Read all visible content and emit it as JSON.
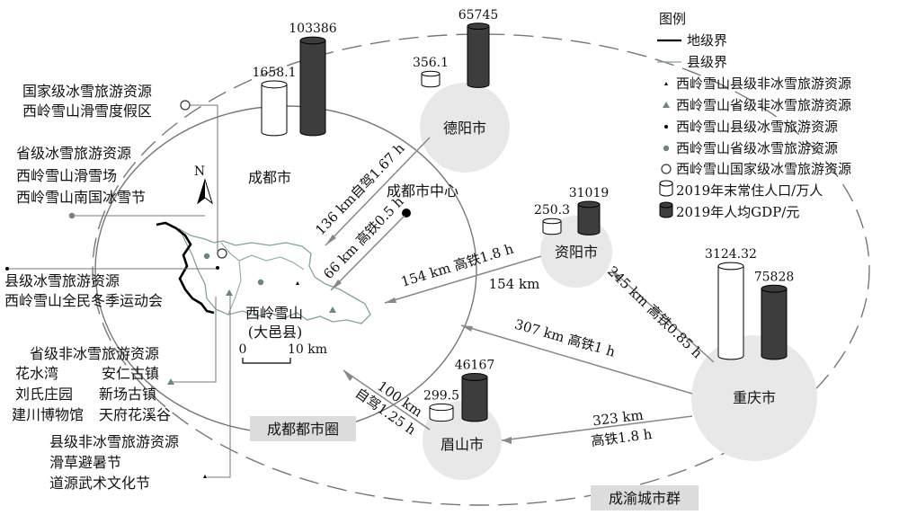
{
  "legend": {
    "title": "图例",
    "items": [
      {
        "label": "地级界"
      },
      {
        "label": "县级界"
      },
      {
        "label": "西岭雪山县级非冰雪旅游资源"
      },
      {
        "label": "西岭雪山省级非冰雪旅游资源"
      },
      {
        "label": "西岭雪山县级冰雪旅游资源"
      },
      {
        "label": "西岭雪山省级冰雪旅游资源"
      },
      {
        "label": "西岭雪山国家级冰雪旅游资源"
      },
      {
        "label": "2019年末常住人口/万人"
      },
      {
        "label": "2019年人均GDP/元"
      }
    ]
  },
  "colors": {
    "dark_bar": "#3d3d3d",
    "county_line": "#7fa3a0",
    "region_fill": "#e8e8e8",
    "point_gray": "#6b8585"
  },
  "cities": [
    {
      "name": "成都市",
      "population": "1658.1",
      "gdp": "103386",
      "pop_value": 1658.1,
      "gdp_value": 103386
    },
    {
      "name": "德阳市",
      "population": "356.1",
      "gdp": "65745",
      "pop_value": 356.1,
      "gdp_value": 65745
    },
    {
      "name": "资阳市",
      "population": "250.3",
      "gdp": "31019",
      "pop_value": 250.3,
      "gdp_value": 31019
    },
    {
      "name": "眉山市",
      "population": "299.5",
      "gdp": "46167",
      "pop_value": 299.5,
      "gdp_value": 46167
    },
    {
      "name": "重庆市",
      "population": "3124.32",
      "gdp": "75828",
      "pop_value": 3124.32,
      "gdp_value": 75828
    }
  ],
  "chengdu_center": "成都市中心",
  "routes": {
    "deyang": "136 km自驾1.67 h",
    "center": "66 km 高铁0.5 h",
    "ziyang_a": "154 km 高铁1.8 h",
    "ziyang_b": "154 km",
    "chongqing_ziyang": "245 km 高铁0.85 h",
    "chongqing_chengdu": "307 km 高铁1 h",
    "chongqing_meishan_a": "323 km",
    "chongqing_meishan_b": "高铁1.8 h",
    "meishan_a": "100 km",
    "meishan_b": "自驾1.25 h"
  },
  "resources": {
    "national": {
      "title": "国家级冰雪旅游资源",
      "items": [
        "西岭雪山滑雪度假区"
      ]
    },
    "provincial_snow": {
      "title": "省级冰雪旅游资源",
      "items": [
        "西岭雪山滑雪场",
        "西岭雪山南国冰雪节"
      ]
    },
    "county_snow": {
      "title": "县级冰雪旅游资源",
      "items": [
        "西岭雪山全民冬季运动会"
      ]
    },
    "provincial_nonsnow": {
      "title": "省级非冰雪旅游资源",
      "items": [
        "花水湾",
        "安仁古镇",
        "刘氏庄园",
        "新场古镇",
        "建川博物馆",
        "天府花溪谷"
      ]
    },
    "county_nonsnow": {
      "title": "县级非冰雪旅游资源",
      "items": [
        "滑草避暑节",
        "道源武术文化节"
      ]
    }
  },
  "map": {
    "north": "N",
    "county_name_line1": "西岭雪山",
    "county_name_line2": "(大邑县)",
    "scale_zero": "0",
    "scale_end": "10 km"
  },
  "region_labels": {
    "chengdu_metro": "成都都市圈",
    "chengyu": "成渝城市群"
  }
}
